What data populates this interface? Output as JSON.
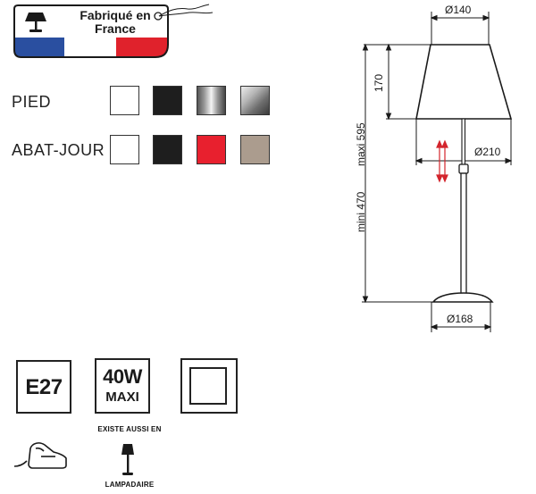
{
  "badge": {
    "line1": "Fabriqué en",
    "line2": "France",
    "flag_colors": [
      "#2a4fa0",
      "#ffffff",
      "#e0222c"
    ]
  },
  "finishes": {
    "pied": {
      "label": "PIED",
      "swatches": [
        {
          "name": "white",
          "color": "#ffffff"
        },
        {
          "name": "black",
          "color": "#1e1e1e"
        },
        {
          "name": "chrome",
          "color": "#9a9a9a"
        },
        {
          "name": "brushed-steel",
          "color": "#8c8c8c"
        }
      ]
    },
    "abat_jour": {
      "label": "ABAT-JOUR",
      "swatches": [
        {
          "name": "white",
          "color": "#ffffff"
        },
        {
          "name": "black",
          "color": "#1e1e1e"
        },
        {
          "name": "red",
          "color": "#e8202e"
        },
        {
          "name": "taupe",
          "color": "#ab9c8e"
        }
      ]
    }
  },
  "dimensions": {
    "shade_top": "Ø140",
    "shade_height": "170",
    "shade_bottom": "Ø210",
    "max_height": "maxi 595",
    "min_height": "mini 470",
    "base": "Ø168"
  },
  "specs": {
    "socket": "E27",
    "wattage": "40W",
    "wattage_note": "MAXI",
    "also_exists": "EXISTE AUSSI EN",
    "floor_lamp": "LAMPADAIRE"
  },
  "icons": [
    "lamp-icon",
    "double-insulation-icon",
    "dimmer-foot-switch-icon",
    "floor-lamp-icon"
  ]
}
